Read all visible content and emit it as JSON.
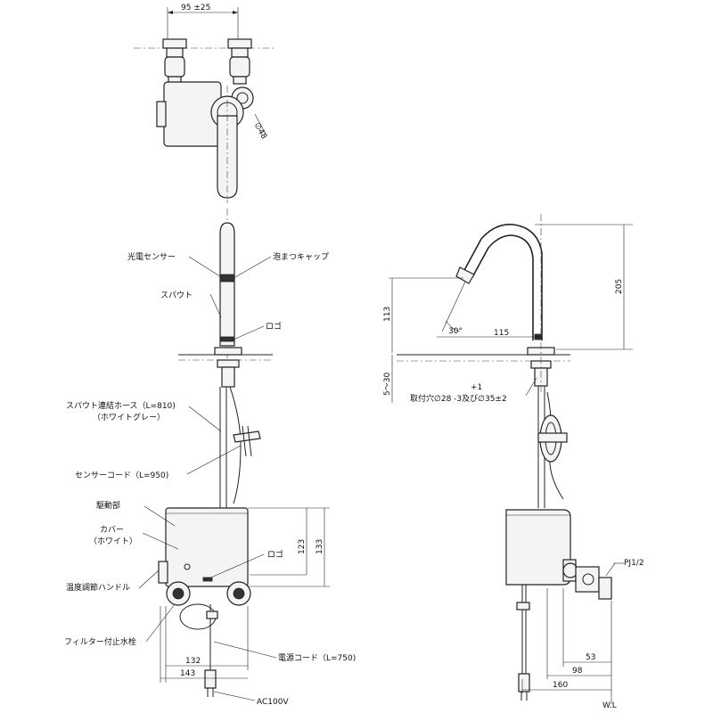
{
  "labels": {
    "sensor": "光電センサー",
    "aerator": "泡まつキャップ",
    "spout": "スパウト",
    "logo_top": "ロゴ",
    "hose": "スパウト連結ホース（L=810)",
    "hose_color": "（ホワイトグレー）",
    "sensor_cord": "センサーコード（L=950)",
    "drive": "駆動部",
    "cover": "カバー",
    "cover_color": "（ホワイト）",
    "logo_bottom": "ロゴ",
    "temp_handle": "温度調節ハンドル",
    "filter_valve": "フィルター付止水栓",
    "power_cord": "電源コード（L=750)",
    "ac": "AC100V",
    "pj": "PJ1/2",
    "wl": "W.L",
    "mount_hole": "取付穴∅28 -3及び∅35±2",
    "mount_tol": "+1"
  },
  "dims": {
    "top_pitch": "95 ±25",
    "dia48": "∅48",
    "d123": "123",
    "d133": "133",
    "d132": "132",
    "d143": "143",
    "d205": "205",
    "d113": "113",
    "d115": "115",
    "angle30": "30°",
    "d5_30": "5～30",
    "d53": "53",
    "d98": "98",
    "d160": "160"
  }
}
